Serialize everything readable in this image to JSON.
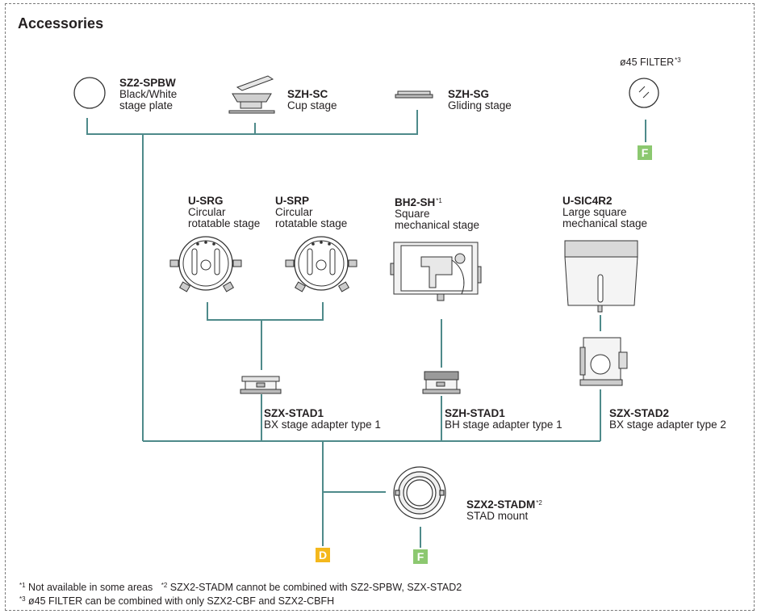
{
  "title": "Accessories",
  "colors": {
    "line": "#4e8a8a",
    "badge_f": "#8cc870",
    "badge_d": "#f4b81c"
  },
  "items": {
    "sz2_spbw": {
      "code": "SZ2-SPBW",
      "desc": "Black/White\nstage plate"
    },
    "szh_sc": {
      "code": "SZH-SC",
      "desc": "Cup stage"
    },
    "szh_sg": {
      "code": "SZH-SG",
      "desc": "Gliding stage"
    },
    "filter": {
      "code": "ø45 FILTER",
      "note": "*3"
    },
    "u_srg": {
      "code": "U-SRG",
      "desc": "Circular\nrotatable stage"
    },
    "u_srp": {
      "code": "U-SRP",
      "desc": "Circular\nrotatable stage"
    },
    "bh2_sh": {
      "code": "BH2-SH",
      "note": "*1",
      "desc": "Square\nmechanical stage"
    },
    "u_sic4r2": {
      "code": "U-SIC4R2",
      "desc": "Large square\nmechanical stage"
    },
    "szx_stad1": {
      "code": "SZX-STAD1",
      "desc": "BX stage adapter type 1"
    },
    "szh_stad1": {
      "code": "SZH-STAD1",
      "desc": "BH stage adapter type 1"
    },
    "szx_stad2": {
      "code": "SZX-STAD2",
      "desc": "BX stage adapter type 2"
    },
    "szx2_stadm": {
      "code": "SZX2-STADM",
      "note": "*2",
      "desc": "STAD mount"
    }
  },
  "badges": {
    "f_top": "F",
    "f_bottom": "F",
    "d": "D"
  },
  "footnotes": {
    "n1_mark": "*1",
    "n1_text": " Not available in some areas",
    "n2_mark": "*2",
    "n2_text": " SZX2-STADM cannot be combined with SZ2-SPBW, SZX-STAD2",
    "n3_mark": "*3",
    "n3_text": " ø45 FILTER can be combined with only SZX2-CBF and SZX2-CBFH"
  }
}
